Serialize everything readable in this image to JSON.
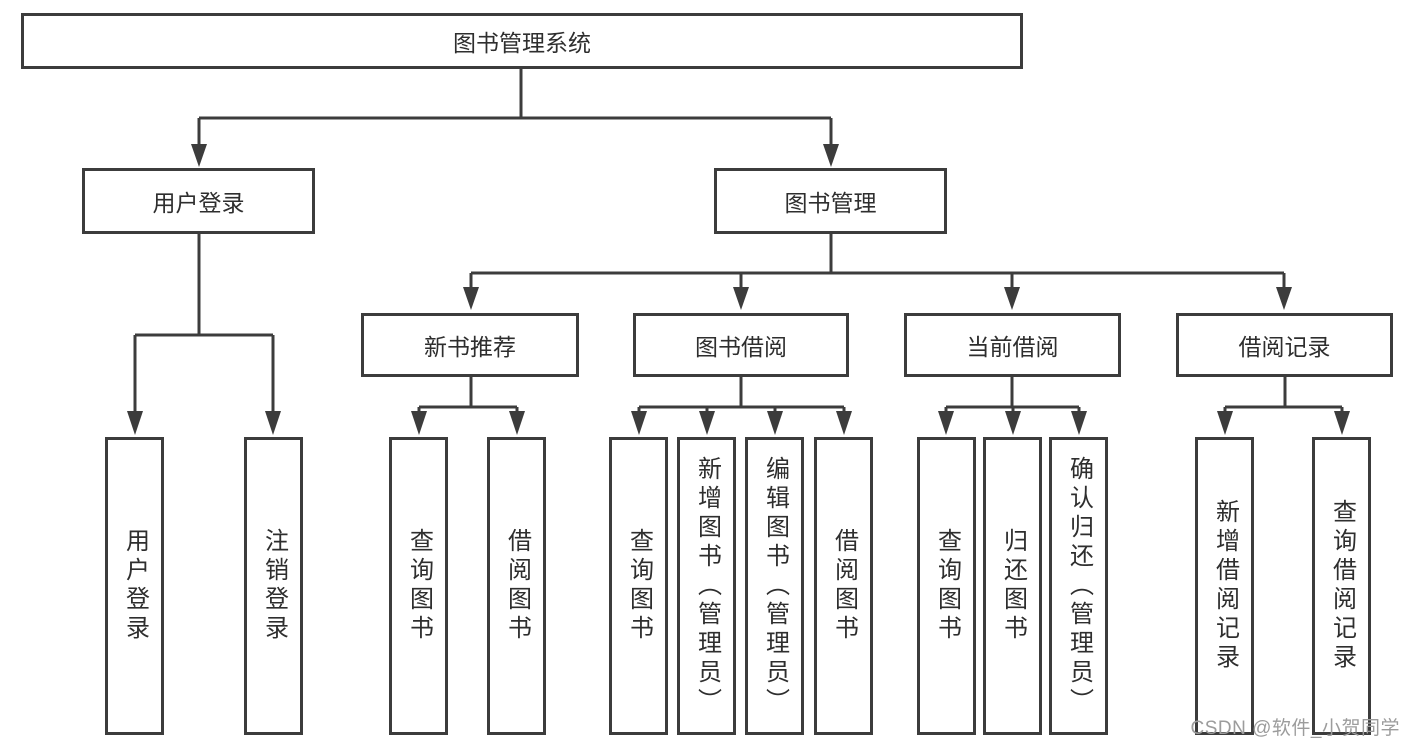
{
  "diagram": {
    "root": {
      "label": "图书管理系统"
    },
    "branches": [
      {
        "label": "用户登录",
        "children": [
          {
            "label": "用户登录"
          },
          {
            "label": "注销登录"
          }
        ]
      },
      {
        "label": "图书管理",
        "children": [
          {
            "label": "新书推荐",
            "children": [
              {
                "label": "查询图书"
              },
              {
                "label": "借阅图书"
              }
            ]
          },
          {
            "label": "图书借阅",
            "children": [
              {
                "label": "查询图书"
              },
              {
                "label": "新增图书（管理员）"
              },
              {
                "label": "编辑图书（管理员）"
              },
              {
                "label": "借阅图书"
              }
            ]
          },
          {
            "label": "当前借阅",
            "children": [
              {
                "label": "查询图书"
              },
              {
                "label": "归还图书"
              },
              {
                "label": "确认归还（管理员）"
              }
            ]
          },
          {
            "label": "借阅记录",
            "children": [
              {
                "label": "新增借阅记录"
              },
              {
                "label": "查询借阅记录"
              }
            ]
          }
        ]
      }
    ]
  },
  "watermark": {
    "text": "CSDN @软件_小贺同学"
  },
  "colors": {
    "line": "#3c3c3c",
    "box_border": "#3c3c3c",
    "box_fill": "#ffffff",
    "text": "#2e2e2e",
    "watermark": "#9c9c9c",
    "background": "#ffffff"
  }
}
